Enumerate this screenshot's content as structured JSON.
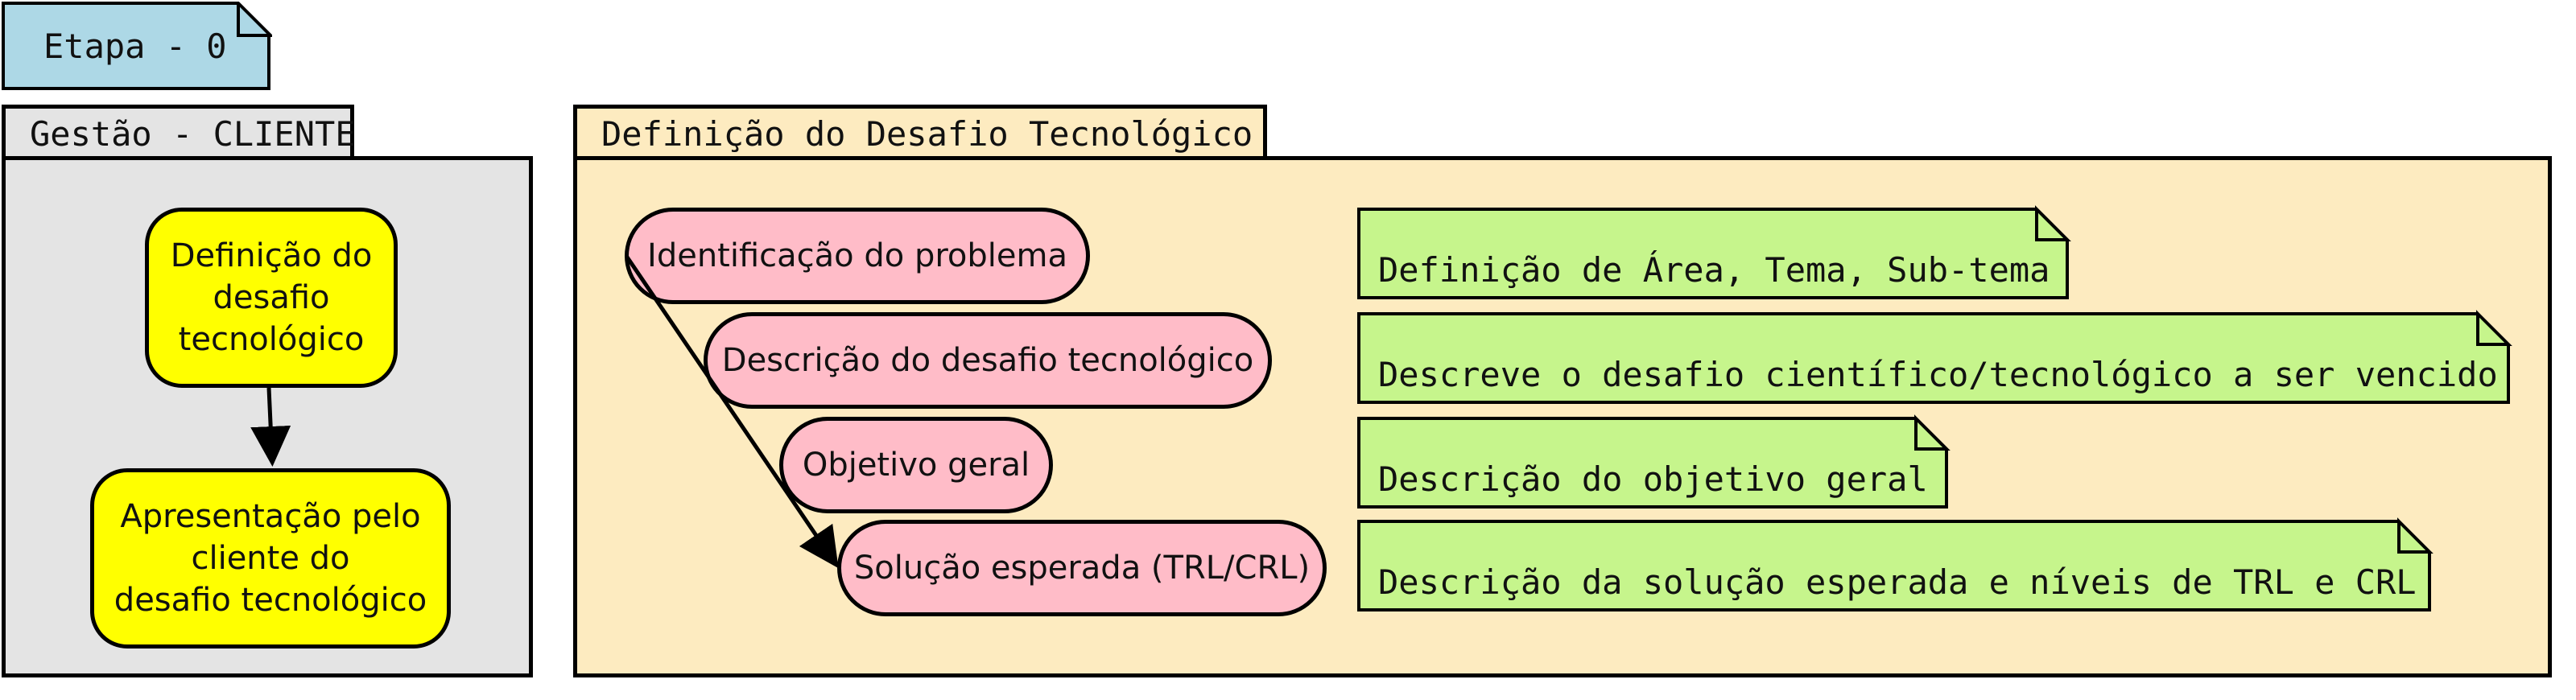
{
  "stage": {
    "label": "Etapa - 0"
  },
  "client_lane": {
    "title": "Gestão - CLIENTE",
    "box_1": {
      "line1": "Definição do",
      "line2": "desafio",
      "line3": "tecnológico"
    },
    "box_2": {
      "line1": "Apresentação pelo",
      "line2": "cliente do",
      "line3": "desafio tecnológico"
    }
  },
  "challenge_lane": {
    "title": "Definição do Desafio Tecnológico",
    "steps": [
      "Identificação do problema",
      "Descrição do desafio tecnológico",
      "Objetivo geral",
      "Solução esperada (TRL/CRL)"
    ],
    "notes": [
      "Definição de Área, Tema, Sub-tema",
      "Descreve o desafio científico/tecnológico a ser vencido",
      "Descrição do objetivo geral",
      "Descrição da solução esperada e níveis de TRL e CRL"
    ]
  },
  "colors": {
    "stage": "#add8e6",
    "client_bg": "#e4e4e4",
    "challenge_bg": "#fdebc0",
    "yellow": "#ffff00",
    "pink": "#ffbcc8",
    "note_green": "#c6f58c"
  }
}
